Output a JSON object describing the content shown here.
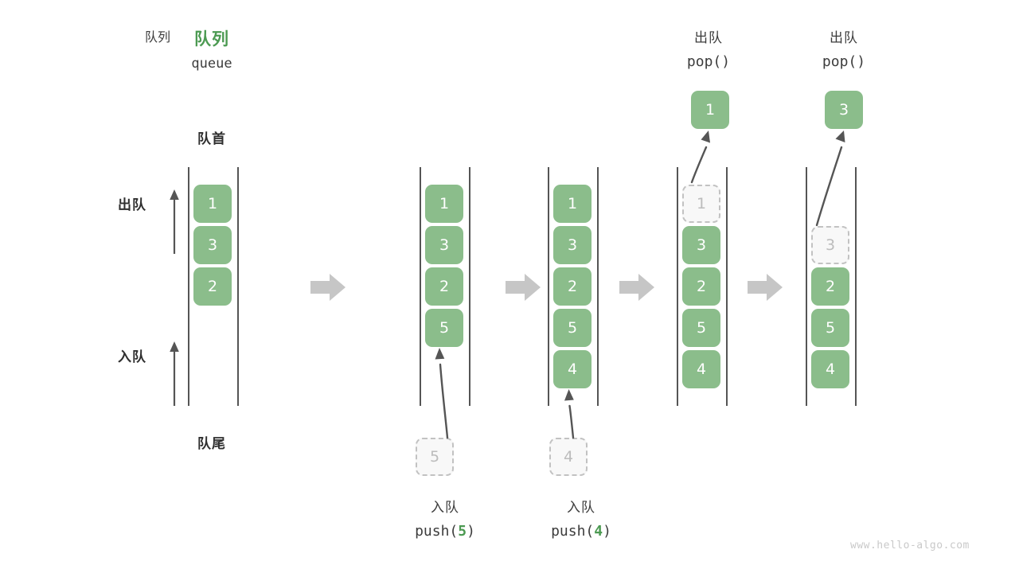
{
  "diagram": {
    "title_cn": "队列",
    "title_code": "queue",
    "front_label": "队首",
    "rear_label": "队尾",
    "dequeue_side_label": "出队",
    "enqueue_side_label": "入队",
    "watermark": "www.hello-algo.com",
    "colors": {
      "accent_green": "#4c9a52",
      "box_green": "#8bbd8b",
      "box_text": "#ffffff",
      "ghost_fill": "#f8f8f8",
      "ghost_border": "#c2c2c2",
      "ghost_text": "#bcbcbc",
      "rail": "#555555",
      "arrow_gray": "#555555",
      "block_arrow": "#c6c6c6",
      "text": "#3c3c3c",
      "watermark": "#c9c9c9"
    }
  },
  "steps": [
    {
      "id": "initial",
      "op_cn": "",
      "op_code": "",
      "op_code_prefix": "",
      "op_arg": "",
      "op_code_suffix": "",
      "items": [
        {
          "value": "1",
          "state": "filled"
        },
        {
          "value": "3",
          "state": "filled"
        },
        {
          "value": "2",
          "state": "filled"
        }
      ],
      "incoming": null,
      "outgoing": null
    },
    {
      "id": "push-5",
      "op_cn": "入队",
      "op_code": "push(5)",
      "op_code_prefix": "push(",
      "op_arg": "5",
      "op_code_suffix": ")",
      "items": [
        {
          "value": "1",
          "state": "filled"
        },
        {
          "value": "3",
          "state": "filled"
        },
        {
          "value": "2",
          "state": "filled"
        },
        {
          "value": "5",
          "state": "filled"
        }
      ],
      "incoming": {
        "value": "5",
        "state": "ghost"
      },
      "outgoing": null
    },
    {
      "id": "push-4",
      "op_cn": "入队",
      "op_code": "push(4)",
      "op_code_prefix": "push(",
      "op_arg": "4",
      "op_code_suffix": ")",
      "items": [
        {
          "value": "1",
          "state": "filled"
        },
        {
          "value": "3",
          "state": "filled"
        },
        {
          "value": "2",
          "state": "filled"
        },
        {
          "value": "5",
          "state": "filled"
        },
        {
          "value": "4",
          "state": "filled"
        }
      ],
      "incoming": {
        "value": "4",
        "state": "ghost"
      },
      "outgoing": null
    },
    {
      "id": "pop-1",
      "op_cn": "出队",
      "op_code": "pop()",
      "op_code_prefix": "pop(",
      "op_arg": "",
      "op_code_suffix": ")",
      "items": [
        {
          "value": "1",
          "state": "ghost"
        },
        {
          "value": "3",
          "state": "filled"
        },
        {
          "value": "2",
          "state": "filled"
        },
        {
          "value": "5",
          "state": "filled"
        },
        {
          "value": "4",
          "state": "filled"
        }
      ],
      "incoming": null,
      "outgoing": {
        "value": "1",
        "state": "filled"
      }
    },
    {
      "id": "pop-3",
      "op_cn": "出队",
      "op_code": "pop()",
      "op_code_prefix": "pop(",
      "op_arg": "",
      "op_code_suffix": ")",
      "items": [
        {
          "value": "",
          "state": "empty"
        },
        {
          "value": "3",
          "state": "ghost"
        },
        {
          "value": "2",
          "state": "filled"
        },
        {
          "value": "5",
          "state": "filled"
        },
        {
          "value": "4",
          "state": "filled"
        }
      ],
      "incoming": null,
      "outgoing": {
        "value": "3",
        "state": "filled"
      }
    }
  ]
}
